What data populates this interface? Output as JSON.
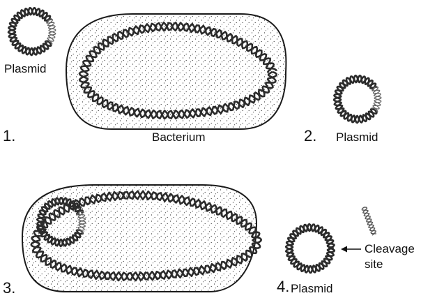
{
  "labels": {
    "plasmid_1": "Plasmid",
    "bacterium_1": "Bacterium",
    "plasmid_2": "Plasmid",
    "cleavage": "Cleavage",
    "cleavage_2": "site",
    "plasmid_4": "Plasmid"
  },
  "steps": [
    "1.",
    "2.",
    "3.",
    "4."
  ],
  "colors": {
    "outline": "#1a1a1a",
    "dna_dark": "#2b2b2b",
    "dna_light": "#555555",
    "stipple": "#333333"
  }
}
